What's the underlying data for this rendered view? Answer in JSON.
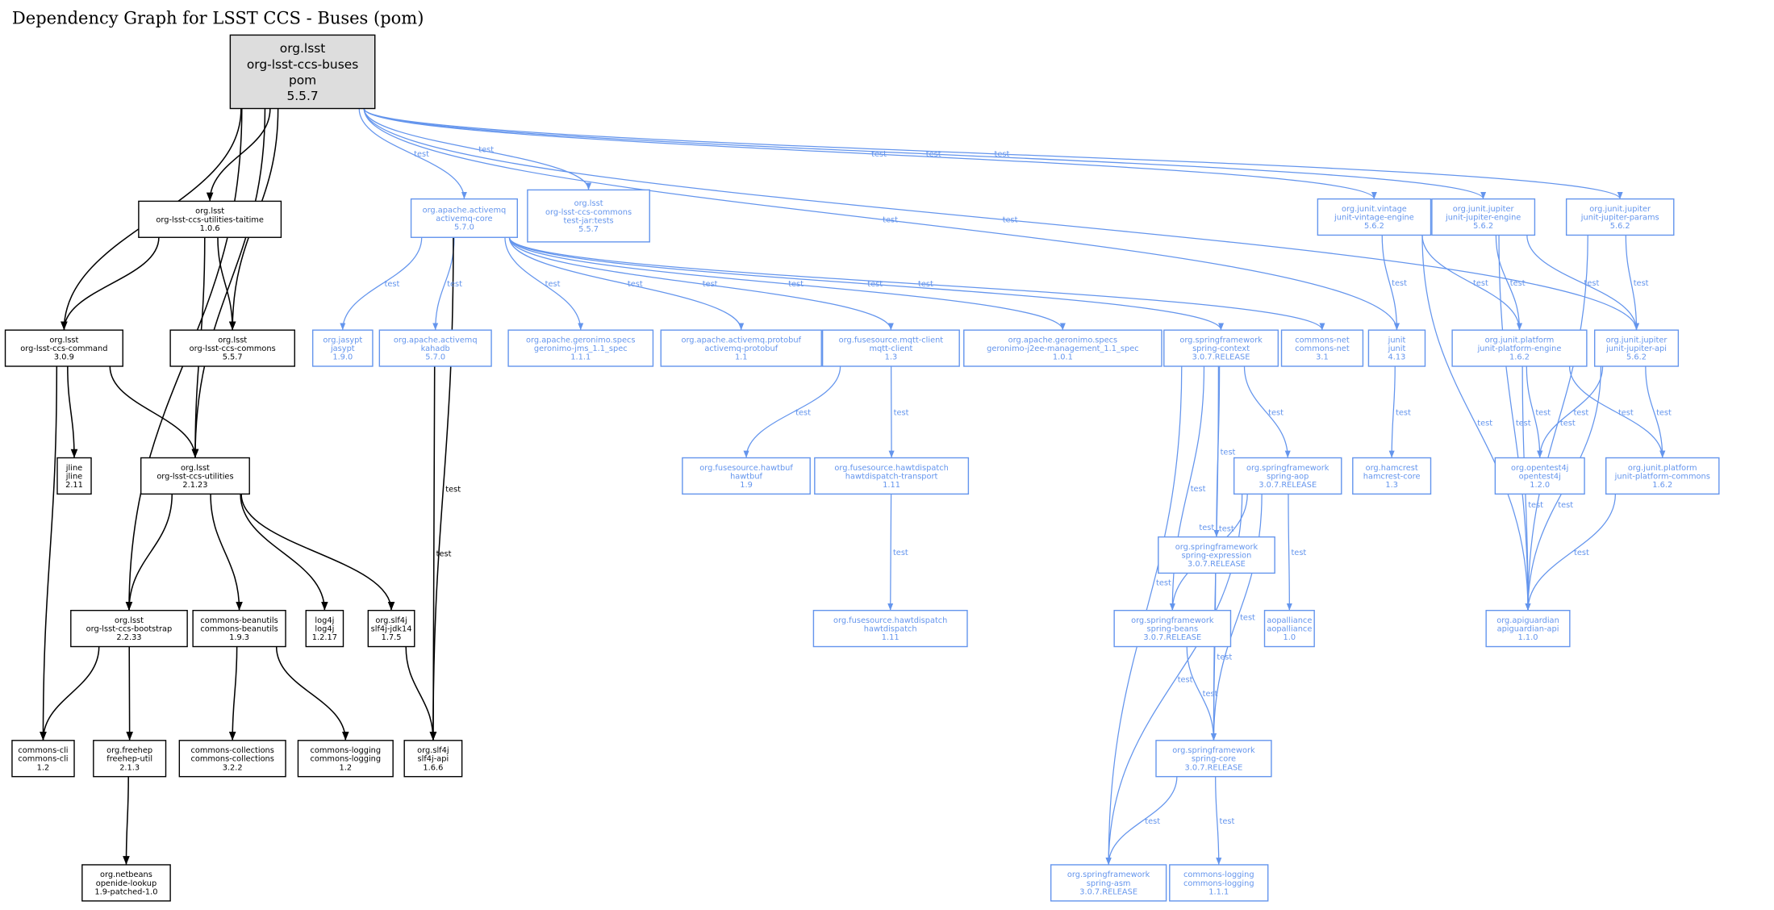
{
  "title": "Dependency Graph for LSST CCS - Buses (pom)",
  "colors": {
    "compile": "#000000",
    "test": "#6495ED",
    "root_fill": "#dddddd"
  },
  "nodes": [
    {
      "id": "root",
      "scope": "root",
      "lines": [
        "org.lsst",
        "org-lsst-ccs-buses",
        "pom",
        "5.5.7"
      ]
    },
    {
      "id": "taitime",
      "scope": "compile",
      "lines": [
        "org.lsst",
        "org-lsst-ccs-utilities-taitime",
        "1.0.6"
      ]
    },
    {
      "id": "command",
      "scope": "compile",
      "lines": [
        "org.lsst",
        "org-lsst-ccs-command",
        "3.0.9"
      ]
    },
    {
      "id": "commons",
      "scope": "compile",
      "lines": [
        "org.lsst",
        "org-lsst-ccs-commons",
        "5.5.7"
      ]
    },
    {
      "id": "jline",
      "scope": "compile",
      "lines": [
        "jline",
        "jline",
        "2.11"
      ]
    },
    {
      "id": "utilities",
      "scope": "compile",
      "lines": [
        "org.lsst",
        "org-lsst-ccs-utilities",
        "2.1.23"
      ]
    },
    {
      "id": "bootstrap",
      "scope": "compile",
      "lines": [
        "org.lsst",
        "org-lsst-ccs-bootstrap",
        "2.2.33"
      ]
    },
    {
      "id": "beanutils",
      "scope": "compile",
      "lines": [
        "commons-beanutils",
        "commons-beanutils",
        "1.9.3"
      ]
    },
    {
      "id": "log4j",
      "scope": "compile",
      "lines": [
        "log4j",
        "log4j",
        "1.2.17"
      ]
    },
    {
      "id": "slf4jjdk",
      "scope": "compile",
      "lines": [
        "org.slf4j",
        "slf4j-jdk14",
        "1.7.5"
      ]
    },
    {
      "id": "cli",
      "scope": "compile",
      "lines": [
        "commons-cli",
        "commons-cli",
        "1.2"
      ]
    },
    {
      "id": "freehep",
      "scope": "compile",
      "lines": [
        "org.freehep",
        "freehep-util",
        "2.1.3"
      ]
    },
    {
      "id": "collections",
      "scope": "compile",
      "lines": [
        "commons-collections",
        "commons-collections",
        "3.2.2"
      ]
    },
    {
      "id": "logging12",
      "scope": "compile",
      "lines": [
        "commons-logging",
        "commons-logging",
        "1.2"
      ]
    },
    {
      "id": "slf4japi",
      "scope": "compile",
      "lines": [
        "org.slf4j",
        "slf4j-api",
        "1.6.6"
      ]
    },
    {
      "id": "openide",
      "scope": "compile",
      "lines": [
        "org.netbeans",
        "openide-lookup",
        "1.9-patched-1.0"
      ]
    },
    {
      "id": "amqcore",
      "scope": "test",
      "lines": [
        "org.apache.activemq",
        "activemq-core",
        "5.7.0"
      ]
    },
    {
      "id": "commonstest",
      "scope": "test",
      "lines": [
        "org.lsst",
        "org-lsst-ccs-commons",
        "test-jar:tests",
        "5.5.7"
      ]
    },
    {
      "id": "jasypt",
      "scope": "test",
      "lines": [
        "org.jasypt",
        "jasypt",
        "1.9.0"
      ]
    },
    {
      "id": "kahadb",
      "scope": "test",
      "lines": [
        "org.apache.activemq",
        "kahadb",
        "5.7.0"
      ]
    },
    {
      "id": "gjms",
      "scope": "test",
      "lines": [
        "org.apache.geronimo.specs",
        "geronimo-jms_1.1_spec",
        "1.1.1"
      ]
    },
    {
      "id": "protobuf",
      "scope": "test",
      "lines": [
        "org.apache.activemq.protobuf",
        "activemq-protobuf",
        "1.1"
      ]
    },
    {
      "id": "mqtt",
      "scope": "test",
      "lines": [
        "org.fusesource.mqtt-client",
        "mqtt-client",
        "1.3"
      ]
    },
    {
      "id": "gj2ee",
      "scope": "test",
      "lines": [
        "org.apache.geronimo.specs",
        "geronimo-j2ee-management_1.1_spec",
        "1.0.1"
      ]
    },
    {
      "id": "spctx",
      "scope": "test",
      "lines": [
        "org.springframework",
        "spring-context",
        "3.0.7.RELEASE"
      ]
    },
    {
      "id": "cnet",
      "scope": "test",
      "lines": [
        "commons-net",
        "commons-net",
        "3.1"
      ]
    },
    {
      "id": "junit",
      "scope": "test",
      "lines": [
        "junit",
        "junit",
        "4.13"
      ]
    },
    {
      "id": "pengine",
      "scope": "test",
      "lines": [
        "org.junit.platform",
        "junit-platform-engine",
        "1.6.2"
      ]
    },
    {
      "id": "japi",
      "scope": "test",
      "lines": [
        "org.junit.jupiter",
        "junit-jupiter-api",
        "5.6.2"
      ]
    },
    {
      "id": "vintage",
      "scope": "test",
      "lines": [
        "org.junit.vintage",
        "junit-vintage-engine",
        "5.6.2"
      ]
    },
    {
      "id": "jengine",
      "scope": "test",
      "lines": [
        "org.junit.jupiter",
        "junit-jupiter-engine",
        "5.6.2"
      ]
    },
    {
      "id": "jparams",
      "scope": "test",
      "lines": [
        "org.junit.jupiter",
        "junit-jupiter-params",
        "5.6.2"
      ]
    },
    {
      "id": "hawtbuf",
      "scope": "test",
      "lines": [
        "org.fusesource.hawtbuf",
        "hawtbuf",
        "1.9"
      ]
    },
    {
      "id": "hdtransport",
      "scope": "test",
      "lines": [
        "org.fusesource.hawtdispatch",
        "hawtdispatch-transport",
        "1.11"
      ]
    },
    {
      "id": "spaop",
      "scope": "test",
      "lines": [
        "org.springframework",
        "spring-aop",
        "3.0.7.RELEASE"
      ]
    },
    {
      "id": "hamcrest",
      "scope": "test",
      "lines": [
        "org.hamcrest",
        "hamcrest-core",
        "1.3"
      ]
    },
    {
      "id": "opentest4j",
      "scope": "test",
      "lines": [
        "org.opentest4j",
        "opentest4j",
        "1.2.0"
      ]
    },
    {
      "id": "pcommons",
      "scope": "test",
      "lines": [
        "org.junit.platform",
        "junit-platform-commons",
        "1.6.2"
      ]
    },
    {
      "id": "spexpr",
      "scope": "test",
      "lines": [
        "org.springframework",
        "spring-expression",
        "3.0.7.RELEASE"
      ]
    },
    {
      "id": "spbeans",
      "scope": "test",
      "lines": [
        "org.springframework",
        "spring-beans",
        "3.0.7.RELEASE"
      ]
    },
    {
      "id": "aopalliance",
      "scope": "test",
      "lines": [
        "aopalliance",
        "aopalliance",
        "1.0"
      ]
    },
    {
      "id": "apiguardian",
      "scope": "test",
      "lines": [
        "org.apiguardian",
        "apiguardian-api",
        "1.1.0"
      ]
    },
    {
      "id": "hawtdispatch",
      "scope": "test",
      "lines": [
        "org.fusesource.hawtdispatch",
        "hawtdispatch",
        "1.11"
      ]
    },
    {
      "id": "spcore",
      "scope": "test",
      "lines": [
        "org.springframework",
        "spring-core",
        "3.0.7.RELEASE"
      ]
    },
    {
      "id": "spasm",
      "scope": "test",
      "lines": [
        "org.springframework",
        "spring-asm",
        "3.0.7.RELEASE"
      ]
    },
    {
      "id": "logging111",
      "scope": "test",
      "lines": [
        "commons-logging",
        "commons-logging",
        "1.1.1"
      ]
    }
  ],
  "edges": [
    {
      "from": "root",
      "to": "taitime",
      "label": ""
    },
    {
      "from": "root",
      "to": "command",
      "label": ""
    },
    {
      "from": "root",
      "to": "commons",
      "label": ""
    },
    {
      "from": "root",
      "to": "utilities",
      "label": ""
    },
    {
      "from": "root",
      "to": "bootstrap",
      "label": ""
    },
    {
      "from": "taitime",
      "to": "command",
      "label": ""
    },
    {
      "from": "taitime",
      "to": "commons",
      "label": ""
    },
    {
      "from": "taitime",
      "to": "utilities",
      "label": ""
    },
    {
      "from": "command",
      "to": "jline",
      "label": ""
    },
    {
      "from": "command",
      "to": "utilities",
      "label": ""
    },
    {
      "from": "command",
      "to": "cli",
      "label": ""
    },
    {
      "from": "utilities",
      "to": "bootstrap",
      "label": ""
    },
    {
      "from": "utilities",
      "to": "beanutils",
      "label": ""
    },
    {
      "from": "utilities",
      "to": "log4j",
      "label": ""
    },
    {
      "from": "utilities",
      "to": "slf4jjdk",
      "label": ""
    },
    {
      "from": "bootstrap",
      "to": "cli",
      "label": ""
    },
    {
      "from": "bootstrap",
      "to": "freehep",
      "label": ""
    },
    {
      "from": "beanutils",
      "to": "collections",
      "label": ""
    },
    {
      "from": "beanutils",
      "to": "logging12",
      "label": ""
    },
    {
      "from": "slf4jjdk",
      "to": "slf4japi",
      "label": ""
    },
    {
      "from": "freehep",
      "to": "openide",
      "label": ""
    },
    {
      "from": "root",
      "to": "amqcore",
      "label": "test"
    },
    {
      "from": "root",
      "to": "commonstest",
      "label": "test"
    },
    {
      "from": "root",
      "to": "junit",
      "label": "test"
    },
    {
      "from": "root",
      "to": "vintage",
      "label": "test"
    },
    {
      "from": "root",
      "to": "jengine",
      "label": "test"
    },
    {
      "from": "root",
      "to": "japi",
      "label": "test"
    },
    {
      "from": "root",
      "to": "jparams",
      "label": "test"
    },
    {
      "from": "amqcore",
      "to": "jasypt",
      "label": "test"
    },
    {
      "from": "amqcore",
      "to": "kahadb",
      "label": "test"
    },
    {
      "from": "amqcore",
      "to": "gjms",
      "label": "test"
    },
    {
      "from": "amqcore",
      "to": "protobuf",
      "label": "test"
    },
    {
      "from": "amqcore",
      "to": "mqtt",
      "label": "test"
    },
    {
      "from": "amqcore",
      "to": "gj2ee",
      "label": "test"
    },
    {
      "from": "amqcore",
      "to": "spctx",
      "label": "test"
    },
    {
      "from": "amqcore",
      "to": "cnet",
      "label": "test"
    },
    {
      "from": "amqcore",
      "to": "slf4japi",
      "label": "test"
    },
    {
      "from": "kahadb",
      "to": "slf4japi",
      "label": "test"
    },
    {
      "from": "mqtt",
      "to": "hawtbuf",
      "label": "test"
    },
    {
      "from": "mqtt",
      "to": "hdtransport",
      "label": "test"
    },
    {
      "from": "hdtransport",
      "to": "hawtdispatch",
      "label": "test"
    },
    {
      "from": "spctx",
      "to": "spaop",
      "label": "test"
    },
    {
      "from": "spctx",
      "to": "spexpr",
      "label": "test"
    },
    {
      "from": "spctx",
      "to": "spbeans",
      "label": "test"
    },
    {
      "from": "spctx",
      "to": "spcore",
      "label": "test"
    },
    {
      "from": "spctx",
      "to": "spasm",
      "label": "test"
    },
    {
      "from": "spaop",
      "to": "spbeans",
      "label": "test"
    },
    {
      "from": "spaop",
      "to": "aopalliance",
      "label": "test"
    },
    {
      "from": "spaop",
      "to": "spcore",
      "label": "test"
    },
    {
      "from": "spaop",
      "to": "spasm",
      "label": "test"
    },
    {
      "from": "spexpr",
      "to": "spcore",
      "label": "test"
    },
    {
      "from": "spbeans",
      "to": "spcore",
      "label": "test"
    },
    {
      "from": "spcore",
      "to": "spasm",
      "label": "test"
    },
    {
      "from": "spcore",
      "to": "logging111",
      "label": "test"
    },
    {
      "from": "junit",
      "to": "hamcrest",
      "label": "test"
    },
    {
      "from": "vintage",
      "to": "junit",
      "label": "test"
    },
    {
      "from": "vintage",
      "to": "pengine",
      "label": "test"
    },
    {
      "from": "vintage",
      "to": "apiguardian",
      "label": "test"
    },
    {
      "from": "jengine",
      "to": "pengine",
      "label": "test"
    },
    {
      "from": "jengine",
      "to": "japi",
      "label": "test"
    },
    {
      "from": "jengine",
      "to": "apiguardian",
      "label": "test"
    },
    {
      "from": "jparams",
      "to": "japi",
      "label": "test"
    },
    {
      "from": "jparams",
      "to": "apiguardian",
      "label": "test"
    },
    {
      "from": "pengine",
      "to": "opentest4j",
      "label": "test"
    },
    {
      "from": "pengine",
      "to": "pcommons",
      "label": "test"
    },
    {
      "from": "pengine",
      "to": "apiguardian",
      "label": "test"
    },
    {
      "from": "japi",
      "to": "opentest4j",
      "label": "test"
    },
    {
      "from": "japi",
      "to": "pcommons",
      "label": "test"
    },
    {
      "from": "japi",
      "to": "apiguardian",
      "label": "test"
    },
    {
      "from": "pcommons",
      "to": "apiguardian",
      "label": "test"
    }
  ]
}
